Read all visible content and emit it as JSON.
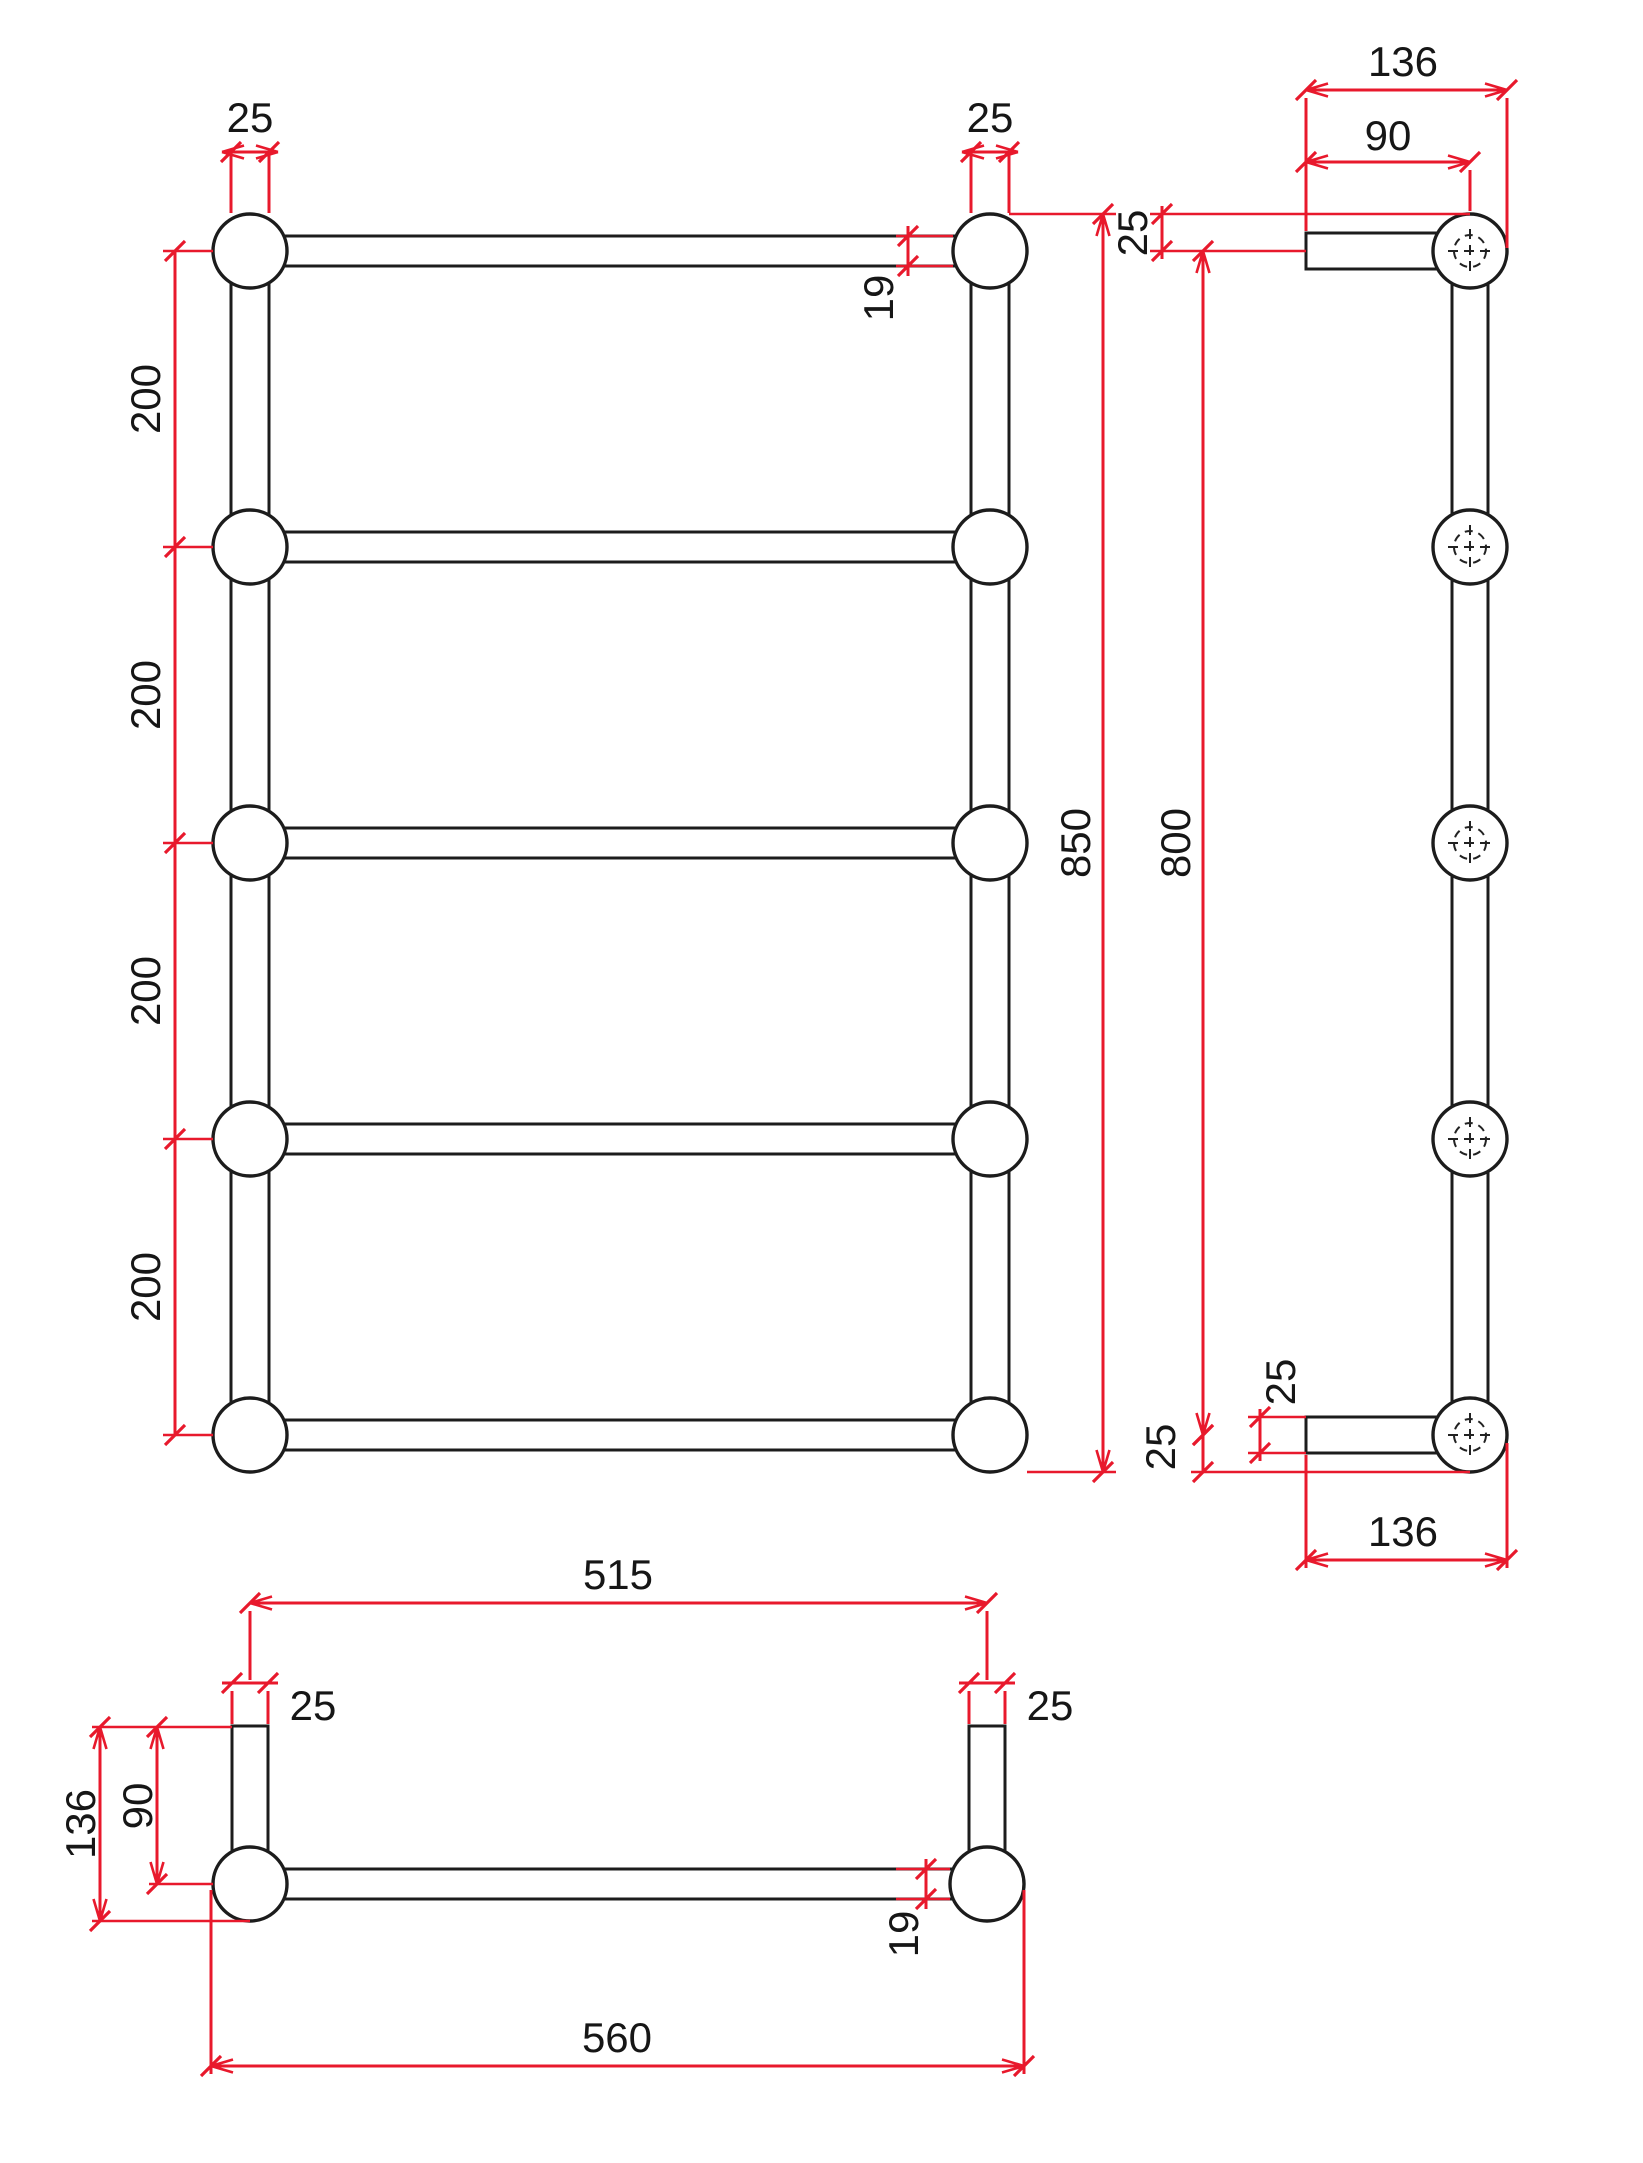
{
  "drawing": {
    "type": "technical-dimension-drawing",
    "colors": {
      "outline": "#1c1c1c",
      "dimension_red": "#e8192c",
      "background": "#ffffff"
    },
    "views": {
      "front": {
        "labels": {
          "tube_width_left": "25",
          "tube_width_right": "25",
          "rung_diameter": "19",
          "rung_spacing_1": "200",
          "rung_spacing_2": "200",
          "rung_spacing_3": "200",
          "rung_spacing_4": "200",
          "overall_height": "850"
        },
        "rung_count": 5
      },
      "side": {
        "labels": {
          "depth_top": "136",
          "wall_offset_top": "90",
          "bracket_tube_top": "25",
          "mount_centres_height": "800",
          "bracket_tube_bottom": "25",
          "bottom_overhang": "25",
          "depth_bottom": "136"
        },
        "mount_count": 5
      },
      "plan": {
        "labels": {
          "tube_centres_width": "515",
          "bracket_tube_left": "25",
          "bracket_tube_right": "25",
          "depth": "136",
          "wall_offset": "90",
          "rung_diameter": "19",
          "overall_width": "560"
        }
      }
    }
  }
}
